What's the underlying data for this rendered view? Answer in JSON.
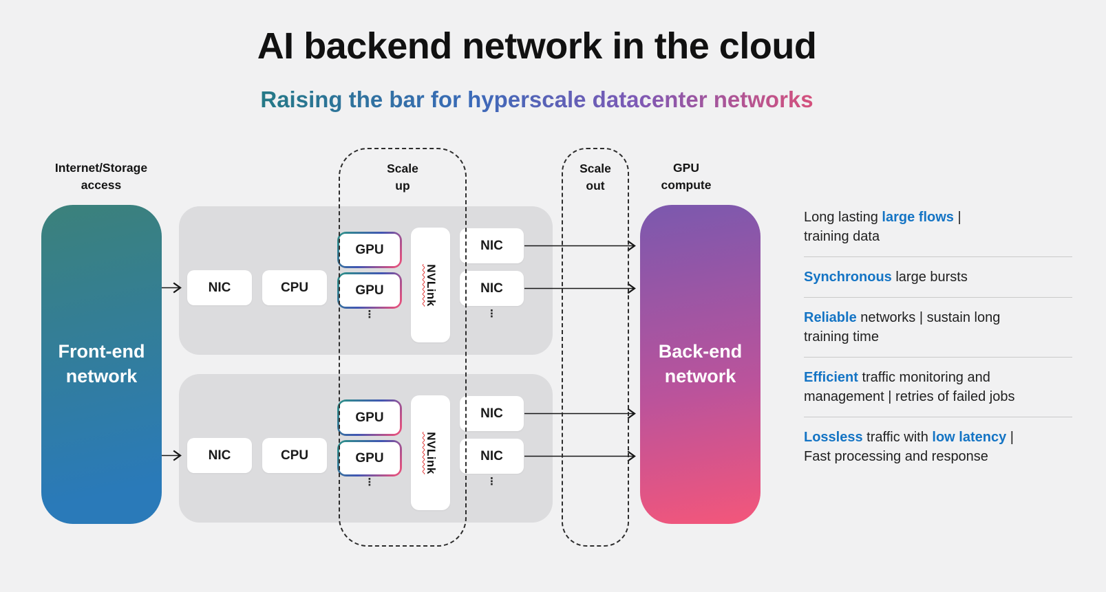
{
  "header": {
    "title": "AI backend network in the cloud",
    "subtitle": "Raising the bar for hyperscale datacenter networks"
  },
  "labels": {
    "internet_storage": "Internet/Storage\naccess",
    "scale_up": "Scale\nup",
    "scale_out": "Scale\nout",
    "gpu_compute": "GPU\ncompute"
  },
  "front_end": {
    "label": "Front-end\nnetwork"
  },
  "back_end": {
    "label": "Back-end\nnetwork"
  },
  "components": {
    "nic": "NIC",
    "cpu": "CPU",
    "gpu": "GPU",
    "nvlink": "NVLink",
    "ellipsis": "⋮"
  },
  "right_panel": {
    "items": [
      {
        "segments": [
          {
            "text": "Long lasting ",
            "accent": false
          },
          {
            "text": "large flows",
            "accent": true
          },
          {
            "text": " |\ntraining data",
            "accent": false
          }
        ]
      },
      {
        "segments": [
          {
            "text": "Synchronous",
            "accent": true
          },
          {
            "text": " large bursts",
            "accent": false
          }
        ]
      },
      {
        "segments": [
          {
            "text": "Reliable",
            "accent": true
          },
          {
            "text": " networks | sustain long\ntraining time",
            "accent": false
          }
        ]
      },
      {
        "segments": [
          {
            "text": "Efficient",
            "accent": true
          },
          {
            "text": " traffic monitoring and\nmanagement | retries of failed jobs",
            "accent": false
          }
        ]
      },
      {
        "segments": [
          {
            "text": "Lossless",
            "accent": true
          },
          {
            "text": " traffic with ",
            "accent": false
          },
          {
            "text": "low latency",
            "accent": true
          },
          {
            "text": " |\nFast processing and response",
            "accent": false
          }
        ]
      }
    ]
  },
  "colors": {
    "accent_blue": "#1474c4",
    "front_end_top": "#3b817c",
    "front_end_bottom": "#2a7ab9",
    "back_end_top": "#7e58ad",
    "back_end_mid": "#bb539b",
    "back_end_bottom": "#f4567a",
    "gpu_border_start": "#2f8b8d",
    "gpu_border_mid": "#4156b2",
    "gpu_border_end": "#e0517f",
    "subtitle_start": "#257986",
    "subtitle_blue": "#3a6ab8",
    "subtitle_purple": "#7d59b5",
    "subtitle_pink": "#d5517c"
  }
}
